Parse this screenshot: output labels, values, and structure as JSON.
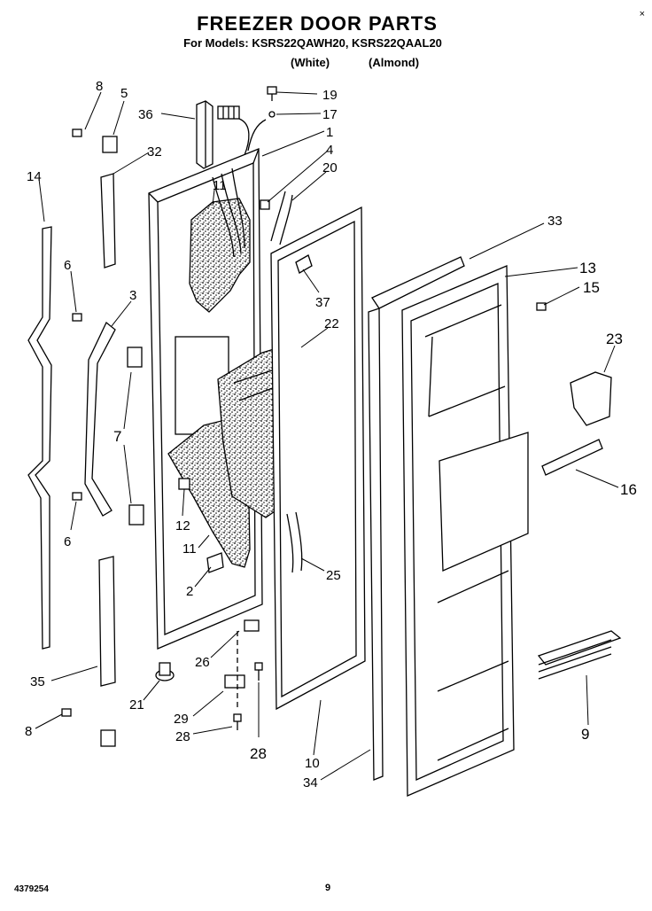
{
  "header": {
    "title": "FREEZER DOOR PARTS",
    "models": "For Models: KSRS22QAWH20, KSRS22QAAL20",
    "color_white": "(White)",
    "color_almond": "(Almond)",
    "corner_mark": "×"
  },
  "callouts": [
    {
      "id": "c8a",
      "text": "8"
    },
    {
      "id": "c5",
      "text": "5"
    },
    {
      "id": "c36",
      "text": "36"
    },
    {
      "id": "c32",
      "text": "32"
    },
    {
      "id": "c14",
      "text": "14"
    },
    {
      "id": "c6a",
      "text": "6"
    },
    {
      "id": "c3",
      "text": "3"
    },
    {
      "id": "c7",
      "text": "7"
    },
    {
      "id": "c6b",
      "text": "6"
    },
    {
      "id": "c35",
      "text": "35"
    },
    {
      "id": "c8b",
      "text": "8"
    },
    {
      "id": "c19",
      "text": "19"
    },
    {
      "id": "c17",
      "text": "17"
    },
    {
      "id": "c1",
      "text": "1"
    },
    {
      "id": "c4",
      "text": "4"
    },
    {
      "id": "c20",
      "text": "20"
    },
    {
      "id": "c11a",
      "text": "11"
    },
    {
      "id": "c37",
      "text": "37"
    },
    {
      "id": "c22",
      "text": "22"
    },
    {
      "id": "c12",
      "text": "12"
    },
    {
      "id": "c11b",
      "text": "11"
    },
    {
      "id": "c2",
      "text": "2"
    },
    {
      "id": "c26",
      "text": "26"
    },
    {
      "id": "c21",
      "text": "21"
    },
    {
      "id": "c29",
      "text": "29"
    },
    {
      "id": "c28a",
      "text": "28"
    },
    {
      "id": "c28b",
      "text": "28"
    },
    {
      "id": "c25",
      "text": "25"
    },
    {
      "id": "c10",
      "text": "10"
    },
    {
      "id": "c34",
      "text": "34"
    },
    {
      "id": "c33",
      "text": "33"
    },
    {
      "id": "c13",
      "text": "13"
    },
    {
      "id": "c15",
      "text": "15"
    },
    {
      "id": "c23",
      "text": "23"
    },
    {
      "id": "c16",
      "text": "16"
    },
    {
      "id": "c9",
      "text": "9"
    }
  ],
  "footer": {
    "doc_number": "4379254",
    "page_number": "9"
  }
}
